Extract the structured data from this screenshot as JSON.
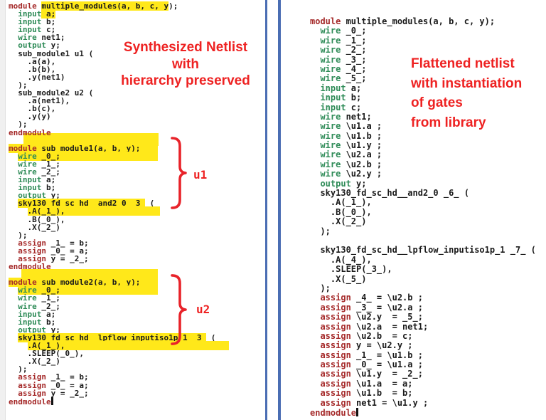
{
  "colors": {
    "keyword": "#a52a2a",
    "type": "#2e8b57",
    "plain": "#1a1a1a",
    "highlight": "#ffe81a",
    "annotation_red": "#ee2222",
    "brace_red": "#e8232a",
    "divider_blue": "#4a6db3"
  },
  "left_panel": {
    "annotation_lines": [
      "Synthesized Netlist",
      "with",
      "hierarchy preserved"
    ],
    "bracket_labels": [
      "u1",
      "u2"
    ],
    "code": [
      [
        [
          "k",
          "module ",
          0
        ],
        [
          "p",
          "multiple_modules(a, b, c, y",
          1
        ],
        [
          "p",
          ");",
          0
        ]
      ],
      [
        [
          "p",
          "  ",
          0
        ],
        [
          "t",
          "input",
          0
        ],
        [
          "p",
          " a;",
          1
        ]
      ],
      [
        [
          "p",
          "  ",
          0
        ],
        [
          "t",
          "input",
          0
        ],
        [
          "p",
          " b;",
          0
        ]
      ],
      [
        [
          "p",
          "  ",
          0
        ],
        [
          "t",
          "input",
          0
        ],
        [
          "p",
          " c;",
          0
        ]
      ],
      [
        [
          "p",
          "  ",
          0
        ],
        [
          "t",
          "wire",
          0
        ],
        [
          "p",
          " net1;",
          0
        ]
      ],
      [
        [
          "p",
          "  ",
          0
        ],
        [
          "t",
          "output",
          0
        ],
        [
          "p",
          " y;",
          0
        ]
      ],
      [
        [
          "p",
          "  sub_module1 u1 (",
          0
        ]
      ],
      [
        [
          "p",
          "    .a(a),",
          0
        ]
      ],
      [
        [
          "p",
          "    .b(b),",
          0
        ]
      ],
      [
        [
          "p",
          "    .y(net1)",
          0
        ]
      ],
      [
        [
          "p",
          "  );",
          0
        ]
      ],
      [
        [
          "p",
          "  sub_module2 u2 (",
          0
        ]
      ],
      [
        [
          "p",
          "    .a(net1),",
          0
        ]
      ],
      [
        [
          "p",
          "    .b(c),",
          0
        ]
      ],
      [
        [
          "p",
          "    .y(y)",
          0
        ]
      ],
      [
        [
          "p",
          "  );",
          0
        ]
      ],
      [
        [
          "k",
          "endmodule",
          0
        ]
      ],
      [],
      [
        [
          "k",
          "module ",
          1
        ],
        [
          "p",
          "sub_module1(a, b, y);",
          25
        ]
      ],
      [
        [
          "p",
          "  ",
          0
        ],
        [
          "t",
          "wire",
          1
        ],
        [
          "p",
          " _0_;",
          137
        ]
      ],
      [
        [
          "p",
          "  ",
          0
        ],
        [
          "t",
          "wire",
          0
        ],
        [
          "p",
          " _1_;",
          0
        ]
      ],
      [
        [
          "p",
          "  ",
          0
        ],
        [
          "t",
          "wire",
          0
        ],
        [
          "p",
          " _2_;",
          0
        ]
      ],
      [
        [
          "p",
          "  ",
          0
        ],
        [
          "t",
          "input",
          0
        ],
        [
          "p",
          " a;",
          0
        ]
      ],
      [
        [
          "p",
          "  ",
          0
        ],
        [
          "t",
          "input",
          0
        ],
        [
          "p",
          " b;",
          0
        ]
      ],
      [
        [
          "p",
          "  ",
          0
        ],
        [
          "t",
          "output",
          0
        ],
        [
          "p",
          " y;",
          0
        ]
      ],
      [
        [
          "p",
          "  ",
          0
        ],
        [
          "p",
          "sky130_fd_sc_hd__and2_0 _3_",
          1
        ],
        [
          "p",
          " (",
          0
        ]
      ],
      [
        [
          "p",
          "    ",
          0
        ],
        [
          "p",
          ".A(_1_),",
          134
        ]
      ],
      [
        [
          "p",
          "    .B(_0_),",
          0
        ]
      ],
      [
        [
          "p",
          "    .X(_2_)",
          0
        ]
      ],
      [
        [
          "p",
          "  );",
          0
        ]
      ],
      [
        [
          "p",
          "  ",
          0
        ],
        [
          "k",
          "assign",
          0
        ],
        [
          "p",
          " _1_ = b;",
          0
        ]
      ],
      [
        [
          "p",
          "  ",
          0
        ],
        [
          "k",
          "assign",
          0
        ],
        [
          "p",
          " _0_ = a;",
          0
        ]
      ],
      [
        [
          "p",
          "  ",
          0
        ],
        [
          "k",
          "assign",
          0
        ],
        [
          "p",
          " y = _2_;",
          0
        ]
      ],
      [
        [
          "k",
          "endmodule",
          0
        ]
      ],
      [],
      [
        [
          "k",
          "module ",
          1
        ],
        [
          "p",
          "sub_module2(a, b, y);",
          25
        ]
      ],
      [
        [
          "p",
          "  ",
          0
        ],
        [
          "t",
          "wire",
          1
        ],
        [
          "p",
          " _0_;",
          137
        ]
      ],
      [
        [
          "p",
          "  ",
          0
        ],
        [
          "t",
          "wire",
          0
        ],
        [
          "p",
          " _1_;",
          0
        ]
      ],
      [
        [
          "p",
          "  ",
          0
        ],
        [
          "t",
          "wire",
          0
        ],
        [
          "p",
          " _2_;",
          0
        ]
      ],
      [
        [
          "p",
          "  ",
          0
        ],
        [
          "t",
          "input",
          0
        ],
        [
          "p",
          " a;",
          0
        ]
      ],
      [
        [
          "p",
          "  ",
          0
        ],
        [
          "t",
          "input",
          0
        ],
        [
          "p",
          " b;",
          0
        ]
      ],
      [
        [
          "p",
          "  ",
          0
        ],
        [
          "t",
          "output",
          0
        ],
        [
          "p",
          " y;",
          0
        ]
      ],
      [
        [
          "p",
          "  ",
          0
        ],
        [
          "p",
          "sky130_fd_sc_hd__lpflow_inputiso1p_1 _3_",
          1
        ],
        [
          "p",
          " (",
          0
        ]
      ],
      [
        [
          "p",
          "    ",
          0
        ],
        [
          "p",
          ".A(_1_),",
          231
        ]
      ],
      [
        [
          "p",
          "    .SLEEP(_0_),",
          0
        ]
      ],
      [
        [
          "p",
          "    .X(_2_)",
          0
        ]
      ],
      [
        [
          "p",
          "  );",
          0
        ]
      ],
      [
        [
          "p",
          "  ",
          0
        ],
        [
          "k",
          "assign",
          0
        ],
        [
          "p",
          " _1_ = b;",
          0
        ]
      ],
      [
        [
          "p",
          "  ",
          0
        ],
        [
          "k",
          "assign",
          0
        ],
        [
          "p",
          " _0_ = a;",
          0
        ]
      ],
      [
        [
          "p",
          "  ",
          0
        ],
        [
          "k",
          "assign",
          0
        ],
        [
          "p",
          " y = _2_;",
          0
        ]
      ],
      [
        [
          "k",
          "endmodule",
          0
        ],
        [
          "c",
          "",
          0
        ]
      ]
    ]
  },
  "right_panel": {
    "annotation_lines": [
      "Flattened netlist",
      "with instantiation",
      "of gates",
      "from library"
    ],
    "code": [
      [
        [
          "k",
          "module ",
          0
        ],
        [
          "p",
          "multiple_modules(a, b, c, y);",
          0
        ]
      ],
      [
        [
          "p",
          "  ",
          0
        ],
        [
          "t",
          "wire",
          0
        ],
        [
          "p",
          " _0_;",
          0
        ]
      ],
      [
        [
          "p",
          "  ",
          0
        ],
        [
          "t",
          "wire",
          0
        ],
        [
          "p",
          " _1_;",
          0
        ]
      ],
      [
        [
          "p",
          "  ",
          0
        ],
        [
          "t",
          "wire",
          0
        ],
        [
          "p",
          " _2_;",
          0
        ]
      ],
      [
        [
          "p",
          "  ",
          0
        ],
        [
          "t",
          "wire",
          0
        ],
        [
          "p",
          " _3_;",
          0
        ]
      ],
      [
        [
          "p",
          "  ",
          0
        ],
        [
          "t",
          "wire",
          0
        ],
        [
          "p",
          " _4_;",
          0
        ]
      ],
      [
        [
          "p",
          "  ",
          0
        ],
        [
          "t",
          "wire",
          0
        ],
        [
          "p",
          " _5_;",
          0
        ]
      ],
      [
        [
          "p",
          "  ",
          0
        ],
        [
          "t",
          "input",
          0
        ],
        [
          "p",
          " a;",
          0
        ]
      ],
      [
        [
          "p",
          "  ",
          0
        ],
        [
          "t",
          "input",
          0
        ],
        [
          "p",
          " b;",
          0
        ]
      ],
      [
        [
          "p",
          "  ",
          0
        ],
        [
          "t",
          "input",
          0
        ],
        [
          "p",
          " c;",
          0
        ]
      ],
      [
        [
          "p",
          "  ",
          0
        ],
        [
          "t",
          "wire",
          0
        ],
        [
          "p",
          " net1;",
          0
        ]
      ],
      [
        [
          "p",
          "  ",
          0
        ],
        [
          "t",
          "wire",
          0
        ],
        [
          "p",
          " \\u1.a ;",
          0
        ]
      ],
      [
        [
          "p",
          "  ",
          0
        ],
        [
          "t",
          "wire",
          0
        ],
        [
          "p",
          " \\u1.b ;",
          0
        ]
      ],
      [
        [
          "p",
          "  ",
          0
        ],
        [
          "t",
          "wire",
          0
        ],
        [
          "p",
          " \\u1.y ;",
          0
        ]
      ],
      [
        [
          "p",
          "  ",
          0
        ],
        [
          "t",
          "wire",
          0
        ],
        [
          "p",
          " \\u2.a ;",
          0
        ]
      ],
      [
        [
          "p",
          "  ",
          0
        ],
        [
          "t",
          "wire",
          0
        ],
        [
          "p",
          " \\u2.b ;",
          0
        ]
      ],
      [
        [
          "p",
          "  ",
          0
        ],
        [
          "t",
          "wire",
          0
        ],
        [
          "p",
          " \\u2.y ;",
          0
        ]
      ],
      [
        [
          "p",
          "  ",
          0
        ],
        [
          "t",
          "output",
          0
        ],
        [
          "p",
          " y;",
          0
        ]
      ],
      [
        [
          "p",
          "  sky130_fd_sc_hd__and2_0 _6_ (",
          0
        ]
      ],
      [
        [
          "p",
          "    .A(_1_),",
          0
        ]
      ],
      [
        [
          "p",
          "    .B(_0_),",
          0
        ]
      ],
      [
        [
          "p",
          "    .X(_2_)",
          0
        ]
      ],
      [
        [
          "p",
          "  );",
          0
        ]
      ],
      [],
      [
        [
          "p",
          "  sky130_fd_sc_hd__lpflow_inputiso1p_1 _7_ (",
          0
        ]
      ],
      [
        [
          "p",
          "    .A(_4_),",
          0
        ]
      ],
      [
        [
          "p",
          "    .SLEEP(_3_),",
          0
        ]
      ],
      [
        [
          "p",
          "    .X(_5_)",
          0
        ]
      ],
      [
        [
          "p",
          "  );",
          0
        ]
      ],
      [
        [
          "p",
          "  ",
          0
        ],
        [
          "k",
          "assign",
          0
        ],
        [
          "p",
          " _4_ = \\u2.b ;",
          0
        ]
      ],
      [
        [
          "p",
          "  ",
          0
        ],
        [
          "k",
          "assign",
          0
        ],
        [
          "p",
          " _3_ = \\u2.a ;",
          0
        ]
      ],
      [
        [
          "p",
          "  ",
          0
        ],
        [
          "k",
          "assign",
          0
        ],
        [
          "p",
          " \\u2.y  = _5_;",
          0
        ]
      ],
      [
        [
          "p",
          "  ",
          0
        ],
        [
          "k",
          "assign",
          0
        ],
        [
          "p",
          " \\u2.a  = net1;",
          0
        ]
      ],
      [
        [
          "p",
          "  ",
          0
        ],
        [
          "k",
          "assign",
          0
        ],
        [
          "p",
          " \\u2.b  = c;",
          0
        ]
      ],
      [
        [
          "p",
          "  ",
          0
        ],
        [
          "k",
          "assign",
          0
        ],
        [
          "p",
          " y = \\u2.y ;",
          0
        ]
      ],
      [
        [
          "p",
          "  ",
          0
        ],
        [
          "k",
          "assign",
          0
        ],
        [
          "p",
          " _1_ = \\u1.b ;",
          0
        ]
      ],
      [
        [
          "p",
          "  ",
          0
        ],
        [
          "k",
          "assign",
          0
        ],
        [
          "p",
          " _0_ = \\u1.a ;",
          0
        ]
      ],
      [
        [
          "p",
          "  ",
          0
        ],
        [
          "k",
          "assign",
          0
        ],
        [
          "p",
          " \\u1.y  = _2_;",
          0
        ]
      ],
      [
        [
          "p",
          "  ",
          0
        ],
        [
          "k",
          "assign",
          0
        ],
        [
          "p",
          " \\u1.a  = a;",
          0
        ]
      ],
      [
        [
          "p",
          "  ",
          0
        ],
        [
          "k",
          "assign",
          0
        ],
        [
          "p",
          " \\u1.b  = b;",
          0
        ]
      ],
      [
        [
          "p",
          "  ",
          0
        ],
        [
          "k",
          "assign",
          0
        ],
        [
          "p",
          " net1 = \\u1.y ;",
          0
        ]
      ],
      [
        [
          "k",
          "endmodule",
          0
        ],
        [
          "c",
          "",
          0
        ]
      ]
    ]
  }
}
